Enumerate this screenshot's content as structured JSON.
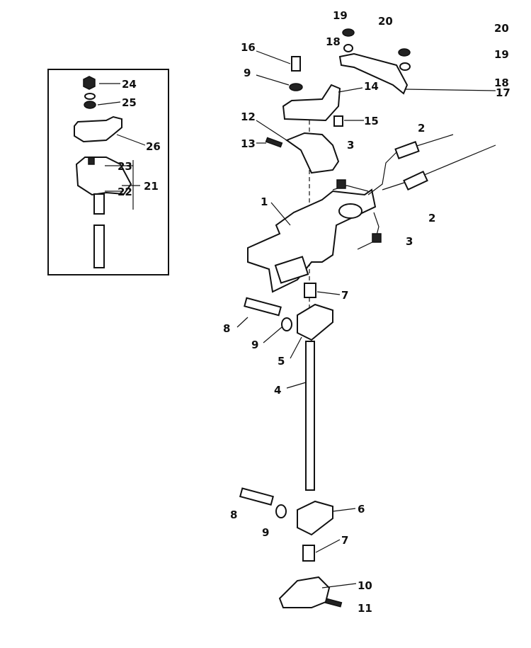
{
  "diagram": {
    "callouts": [
      "1",
      "2",
      "3",
      "4",
      "5",
      "6",
      "7",
      "8",
      "9",
      "10",
      "11",
      "12",
      "13",
      "14",
      "15",
      "16",
      "17",
      "18",
      "19",
      "20",
      "21",
      "22",
      "23",
      "24",
      "25",
      "26"
    ],
    "labels": {
      "l19a": "19",
      "l20a": "20",
      "l16": "16",
      "l18a": "18",
      "l20b": "20",
      "l19b": "19",
      "l18b": "18",
      "l9a": "9",
      "l14": "14",
      "l17": "17",
      "l15": "15",
      "l12": "12",
      "l13": "13",
      "l2a": "2",
      "l3a": "3",
      "l1": "1",
      "l2b": "2",
      "l3b": "3",
      "l7a": "7",
      "l8a": "8",
      "l9b": "9",
      "l5": "5",
      "l4": "4",
      "l6": "6",
      "l8b": "8",
      "l9c": "9",
      "l7b": "7",
      "l10": "10",
      "l11": "11",
      "i24": "24",
      "i25": "25",
      "i26": "26",
      "i23": "23",
      "i21": "21",
      "i22": "22"
    }
  }
}
